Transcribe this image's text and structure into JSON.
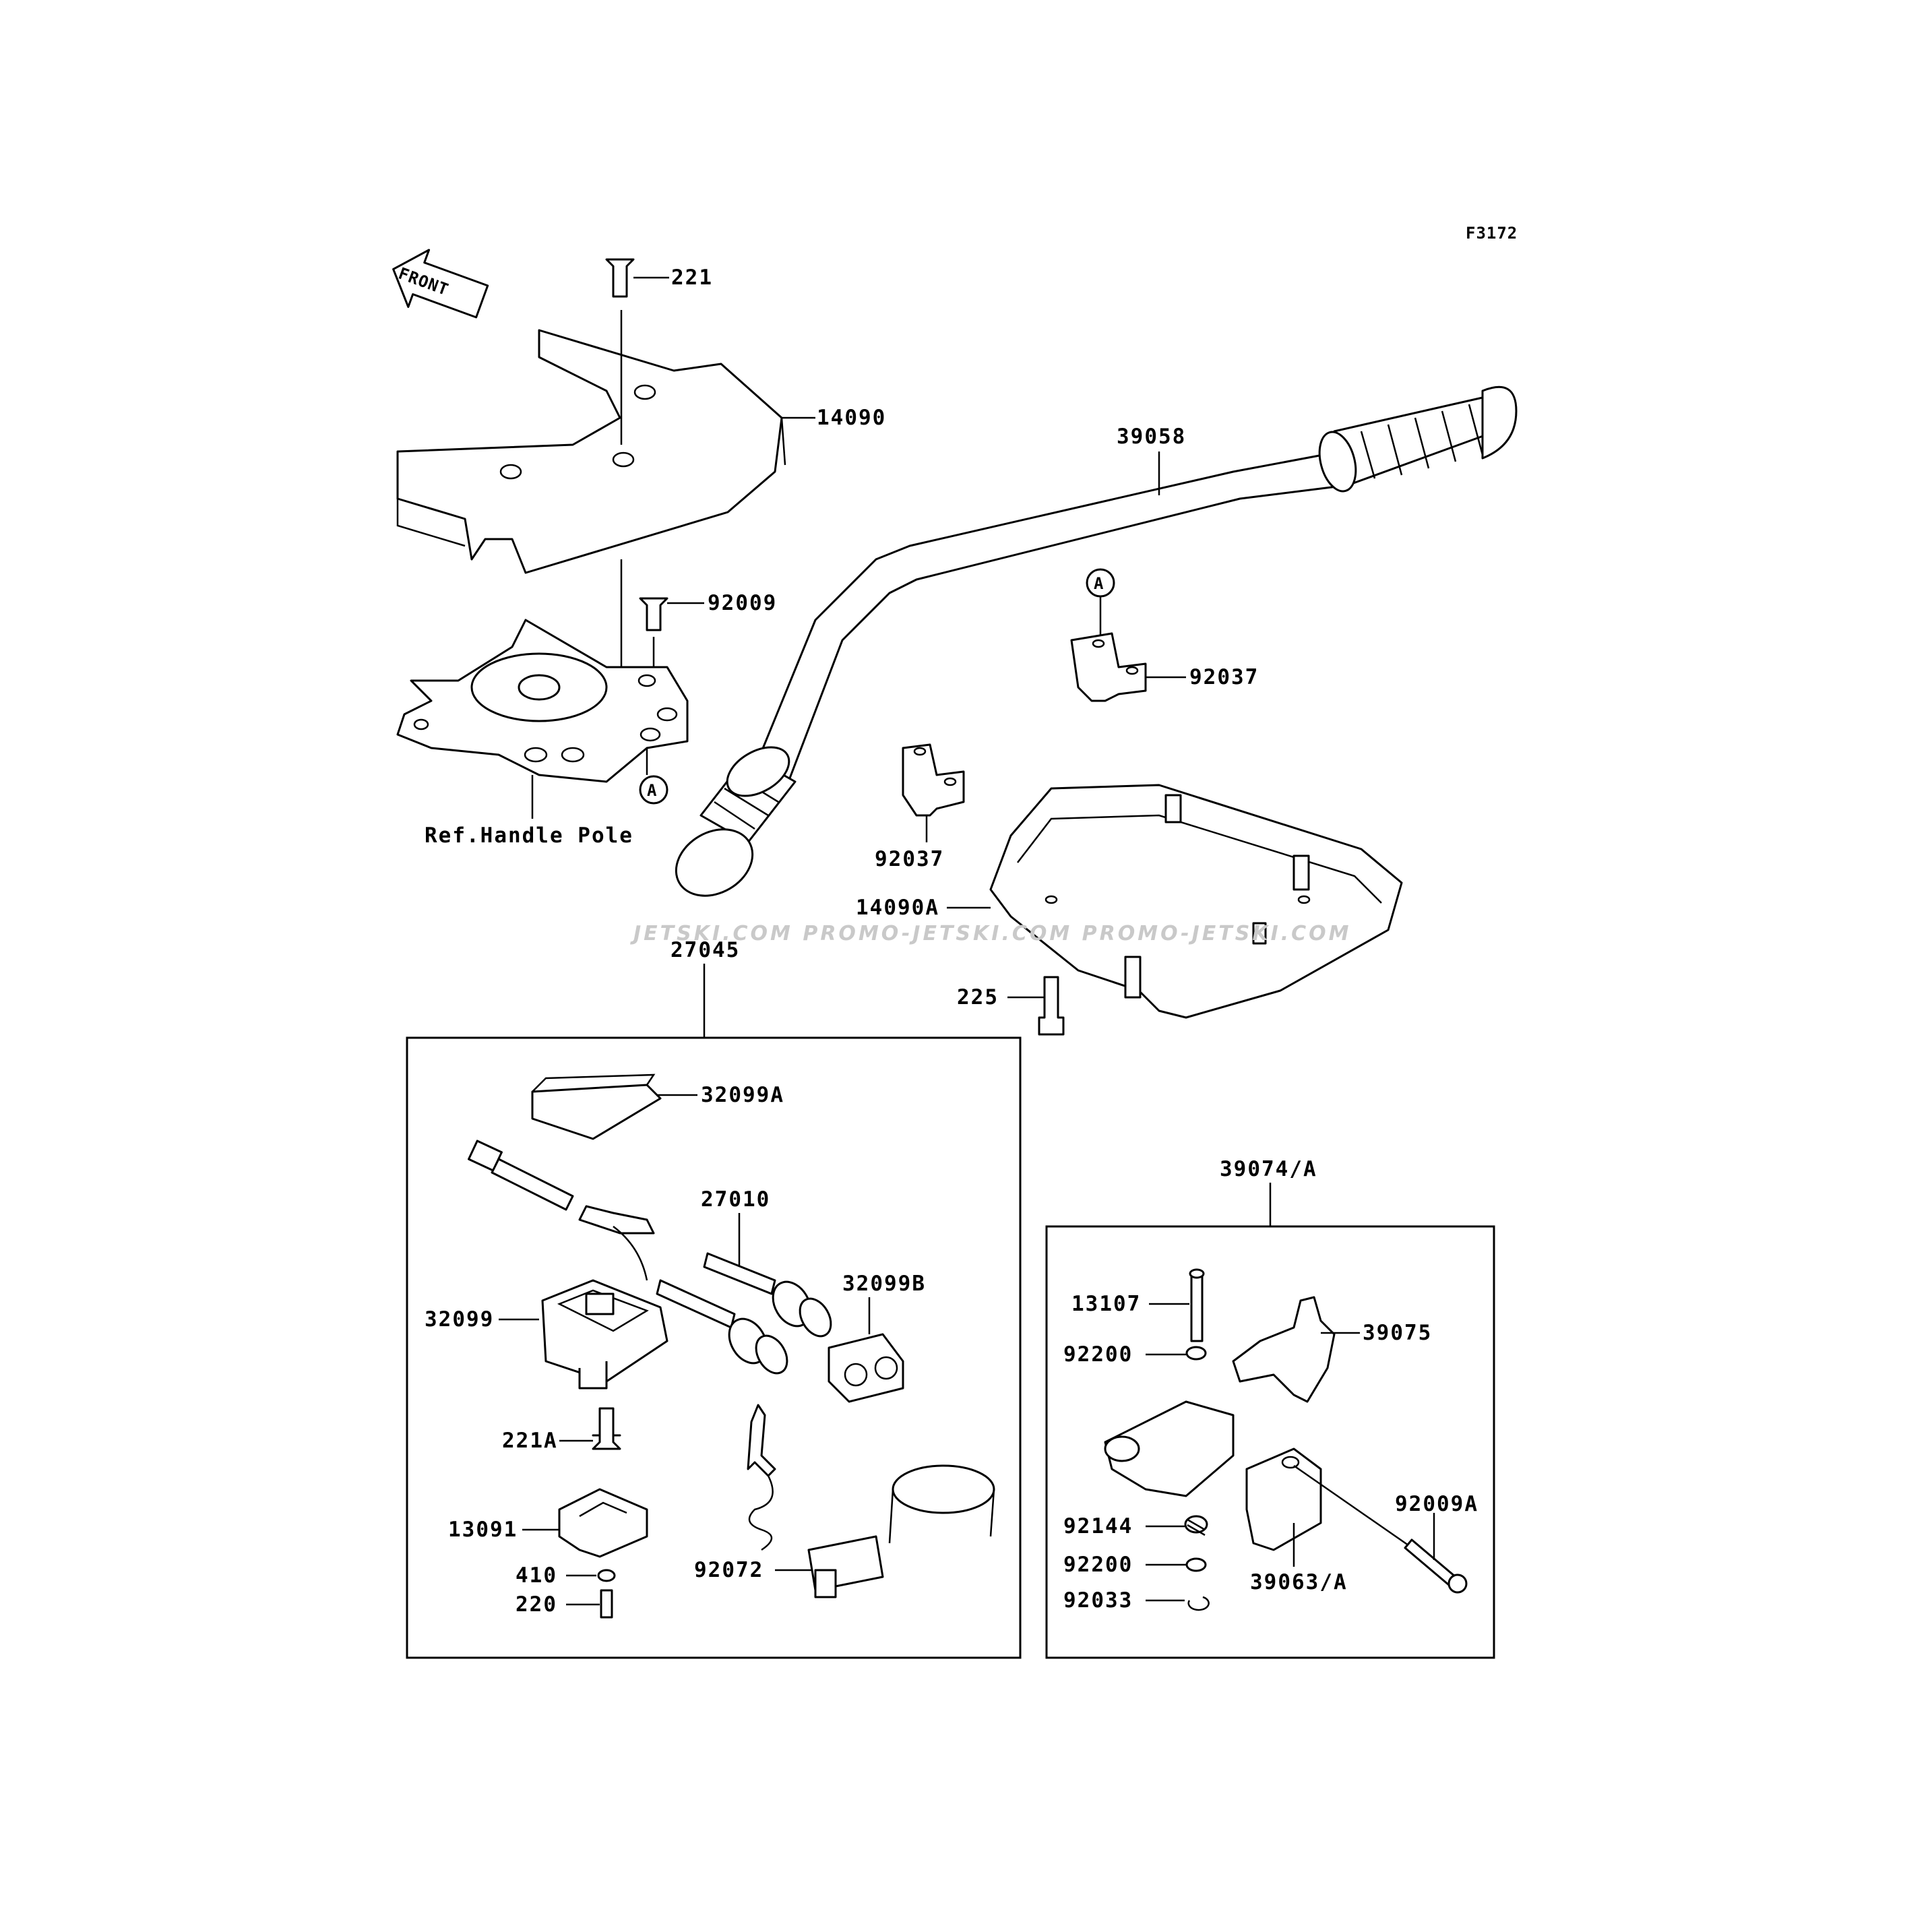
{
  "diagram_code": "F3172",
  "front_label": "FRONT",
  "watermark": "JETSKI.COM  PROMO-JETSKI.COM  PROMO-JETSKI.COM",
  "ref_label": "Ref.Handle Pole",
  "marker_letter": "A",
  "parts": {
    "p221": "221",
    "p14090": "14090",
    "p39058": "39058",
    "p92009": "92009",
    "p92037_top": "92037",
    "p92037_bottom": "92037",
    "p14090A": "14090A",
    "p225": "225",
    "p27045": "27045",
    "p32099A": "32099A",
    "p27010": "27010",
    "p32099": "32099",
    "p32099B": "32099B",
    "p221A": "221A",
    "p13091": "13091",
    "p410": "410",
    "p220": "220",
    "p92072": "92072",
    "p39074A": "39074/A",
    "p13107": "13107",
    "p39075": "39075",
    "p92200_top": "92200",
    "p92144": "92144",
    "p92200_bottom": "92200",
    "p92033": "92033",
    "p92009A": "92009A",
    "p39063A": "39063/A"
  }
}
